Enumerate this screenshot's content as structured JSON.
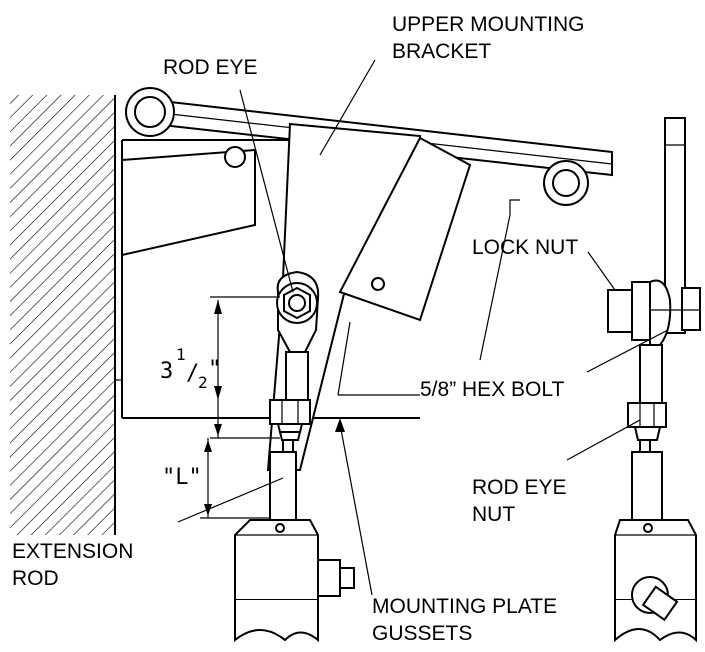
{
  "labels": {
    "upper_mounting_bracket_line1": "UPPER MOUNTING",
    "upper_mounting_bracket_line2": "BRACKET",
    "rod_eye": "ROD EYE",
    "lock_nut": "LOCK NUT",
    "hex_bolt": "5/8” HEX BOLT",
    "rod_eye_nut_line1": "ROD EYE",
    "rod_eye_nut_line2": "NUT",
    "extension_rod_line1": "EXTENSION",
    "extension_rod_line2": "ROD",
    "mounting_plate_line1": "MOUNTING PLATE",
    "mounting_plate_line2": "GUSSETS"
  },
  "dimensions": {
    "three_whole": "3",
    "three_num": "1",
    "three_slash": "/",
    "three_den": "2",
    "three_inch": "\"",
    "l_label": "\"L\""
  }
}
